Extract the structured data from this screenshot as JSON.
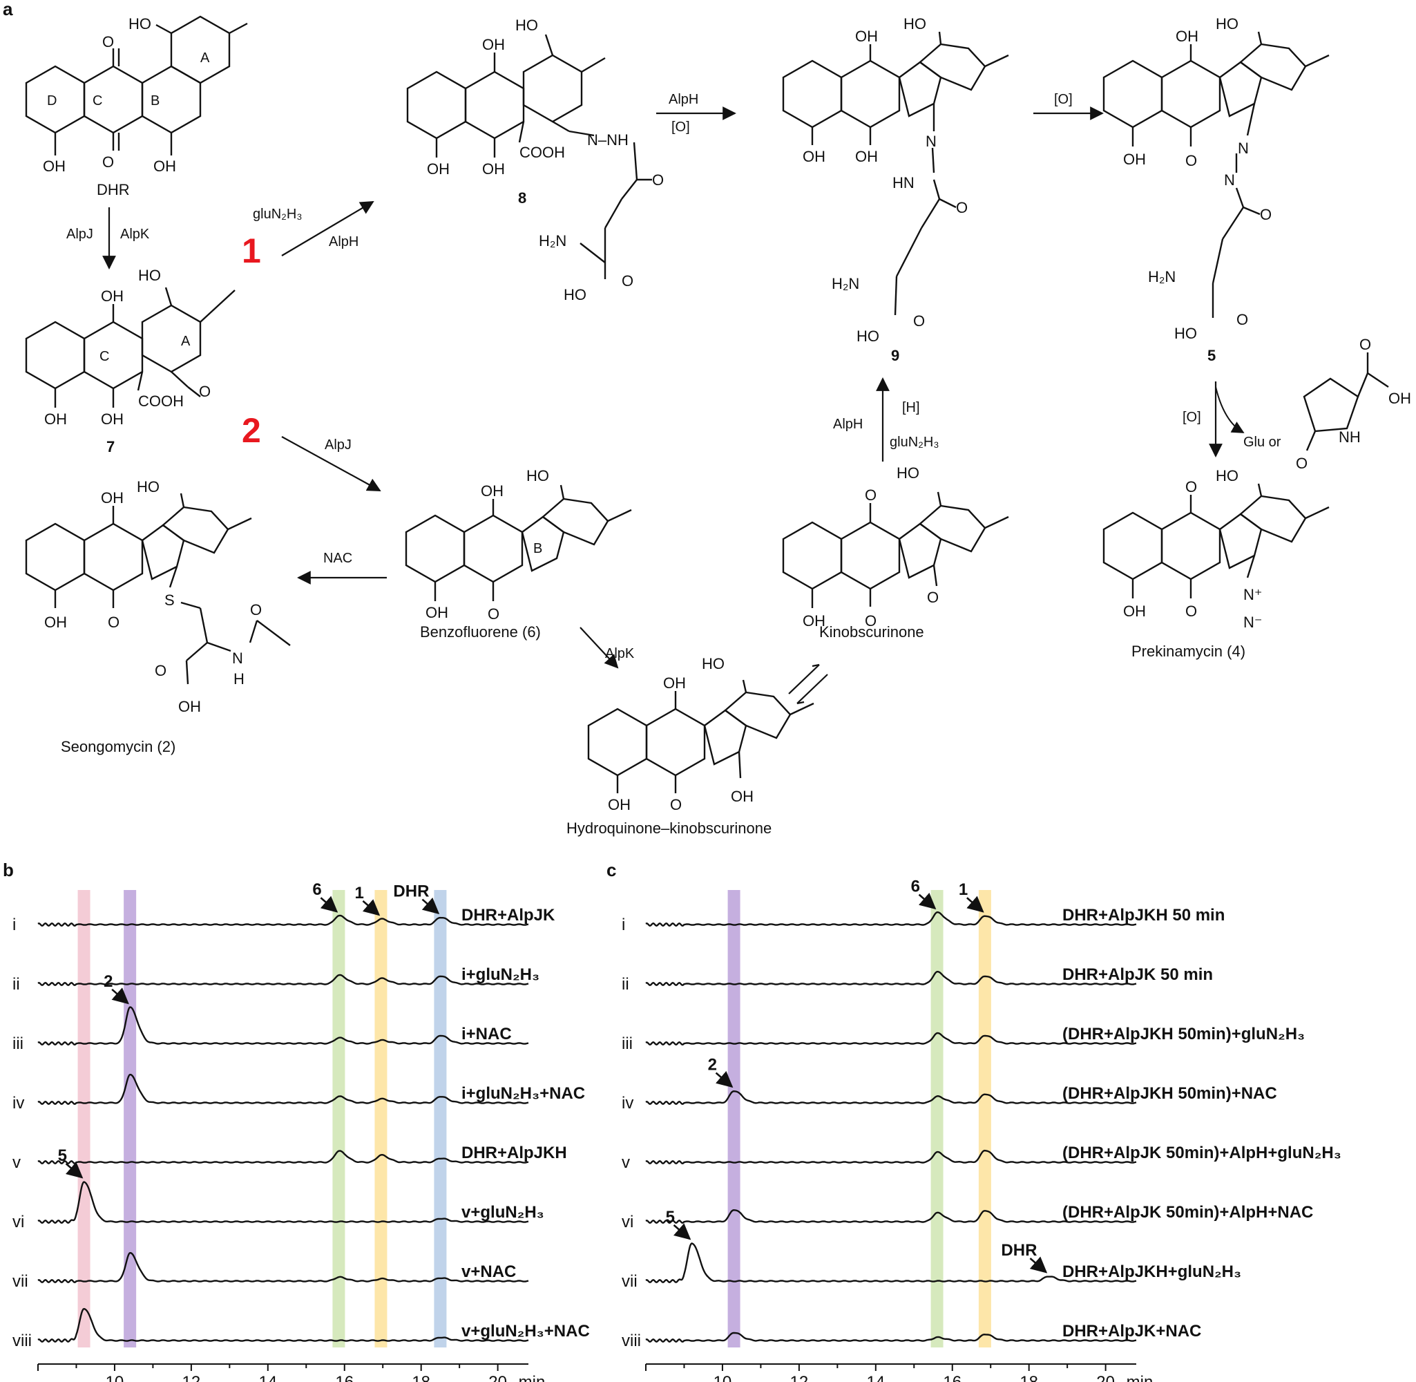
{
  "panel_a": {
    "panel_label": "a",
    "path_markers": [
      "1",
      "2"
    ],
    "marker_color": "#e8181f",
    "compounds": [
      {
        "id": "dhr",
        "label": "DHR"
      },
      {
        "id": "c7",
        "label": "7"
      },
      {
        "id": "c8",
        "label": "8"
      },
      {
        "id": "c9",
        "label": "9"
      },
      {
        "id": "c5",
        "label": "5"
      },
      {
        "id": "c6",
        "label": "Benzofluorene (6)"
      },
      {
        "id": "c2",
        "label": "Seongomycin (2)"
      },
      {
        "id": "kin",
        "label": "Kinobscurinone"
      },
      {
        "id": "hq",
        "label": "Hydroquinone–kinobscurinone"
      },
      {
        "id": "c4",
        "label": "Prekinamycin (4)"
      }
    ],
    "ring_letters": {
      "dhr": [
        "A",
        "B",
        "C",
        "D"
      ],
      "c7": [
        "A",
        "C"
      ],
      "c6": [
        "B"
      ]
    },
    "arrows": [
      {
        "id": "dhr-to-7",
        "labels": [
          "AlpJ",
          "AlpK"
        ]
      },
      {
        "id": "7-to-8",
        "labels": [
          "gluN₂H₃",
          "AlpH"
        ]
      },
      {
        "id": "8-to-9",
        "labels": [
          "AlpH",
          "[O]"
        ]
      },
      {
        "id": "9-to-5",
        "labels": [
          "[O]"
        ]
      },
      {
        "id": "5-to-4",
        "labels": [
          "[O]",
          "Glu or"
        ]
      },
      {
        "id": "7-to-6",
        "labels": [
          "AlpJ"
        ]
      },
      {
        "id": "6-to-2",
        "labels": [
          "NAC"
        ]
      },
      {
        "id": "6-to-hq",
        "labels": [
          "AlpK"
        ]
      },
      {
        "id": "kin-to-9",
        "labels": [
          "AlpH",
          "[H]",
          "gluN₂H₃"
        ]
      }
    ]
  },
  "chart_data": [
    {
      "panel": "b",
      "type": "line",
      "xlabel": "min",
      "xlim": [
        8,
        20.8
      ],
      "xticks": [
        10,
        12,
        14,
        16,
        18,
        20
      ],
      "highlight_bands": [
        {
          "x": 9.2,
          "color": "#f2c3cf"
        },
        {
          "x": 10.4,
          "color": "#bba1d9"
        },
        {
          "x": 15.85,
          "color": "#cfe5b2"
        },
        {
          "x": 16.95,
          "color": "#fde29a"
        },
        {
          "x": 18.5,
          "color": "#b5cbe6"
        }
      ],
      "annotations": [
        {
          "text": "6",
          "x": 15.85,
          "trace": "i"
        },
        {
          "text": "1",
          "x": 16.95,
          "trace": "i"
        },
        {
          "text": "DHR",
          "x": 18.5,
          "trace": "i"
        },
        {
          "text": "2",
          "x": 10.4,
          "trace": "iii"
        },
        {
          "text": "5",
          "x": 9.2,
          "trace": "vi"
        }
      ],
      "series": [
        {
          "id": "i",
          "condition": "DHR+AlpJK",
          "peaks": [
            {
              "x": 15.85,
              "h": 0.22
            },
            {
              "x": 16.95,
              "h": 0.14
            },
            {
              "x": 18.5,
              "h": 0.18
            }
          ]
        },
        {
          "id": "ii",
          "condition": "i+gluN₂H₃",
          "peaks": [
            {
              "x": 15.85,
              "h": 0.22
            },
            {
              "x": 16.95,
              "h": 0.14
            },
            {
              "x": 18.5,
              "h": 0.2
            }
          ]
        },
        {
          "id": "iii",
          "condition": "i+NAC",
          "peaks": [
            {
              "x": 10.4,
              "h": 0.9
            },
            {
              "x": 15.85,
              "h": 0.14
            },
            {
              "x": 16.95,
              "h": 0.08
            },
            {
              "x": 18.5,
              "h": 0.2
            }
          ]
        },
        {
          "id": "iv",
          "condition": "i+gluN₂H₃+NAC",
          "peaks": [
            {
              "x": 10.4,
              "h": 0.7
            },
            {
              "x": 15.85,
              "h": 0.16
            },
            {
              "x": 16.95,
              "h": 0.1
            },
            {
              "x": 18.5,
              "h": 0.16
            }
          ]
        },
        {
          "id": "v",
          "condition": "DHR+AlpJKH",
          "peaks": [
            {
              "x": 15.85,
              "h": 0.28
            },
            {
              "x": 16.95,
              "h": 0.18
            },
            {
              "x": 18.5,
              "h": 0.1
            }
          ]
        },
        {
          "id": "vi",
          "condition": "v+gluN₂H₃",
          "peaks": [
            {
              "x": 9.2,
              "h": 1.0
            },
            {
              "x": 18.5,
              "h": 0.08
            }
          ]
        },
        {
          "id": "vii",
          "condition": "v+NAC",
          "peaks": [
            {
              "x": 10.4,
              "h": 0.7
            },
            {
              "x": 15.85,
              "h": 0.1
            },
            {
              "x": 16.95,
              "h": 0.06
            },
            {
              "x": 18.5,
              "h": 0.08
            }
          ]
        },
        {
          "id": "viii",
          "condition": "v+gluN₂H₃+NAC",
          "peaks": [
            {
              "x": 9.2,
              "h": 0.8
            },
            {
              "x": 18.5,
              "h": 0.08
            }
          ]
        }
      ]
    },
    {
      "panel": "c",
      "type": "line",
      "xlabel": "min",
      "xlim": [
        8,
        20.8
      ],
      "xticks": [
        10,
        12,
        14,
        16,
        18,
        20
      ],
      "highlight_bands": [
        {
          "x": 10.3,
          "color": "#bba1d9"
        },
        {
          "x": 15.6,
          "color": "#cfe5b2"
        },
        {
          "x": 16.85,
          "color": "#fde29a"
        }
      ],
      "annotations": [
        {
          "text": "6",
          "x": 15.6,
          "trace": "i"
        },
        {
          "text": "1",
          "x": 16.85,
          "trace": "i"
        },
        {
          "text": "2",
          "x": 10.3,
          "trace": "iv"
        },
        {
          "text": "5",
          "x": 9.2,
          "trace": "vii"
        },
        {
          "text": "DHR",
          "x": 18.5,
          "trace": "vii"
        }
      ],
      "series": [
        {
          "id": "i",
          "condition": "DHR+AlpJKH 50 min",
          "peaks": [
            {
              "x": 15.6,
              "h": 0.3
            },
            {
              "x": 16.85,
              "h": 0.22
            }
          ]
        },
        {
          "id": "ii",
          "condition": "DHR+AlpJK 50 min",
          "peaks": [
            {
              "x": 15.6,
              "h": 0.3
            },
            {
              "x": 16.85,
              "h": 0.2
            }
          ]
        },
        {
          "id": "iii",
          "condition": "(DHR+AlpJKH 50min)+gluN₂H₃",
          "peaks": [
            {
              "x": 15.6,
              "h": 0.25
            },
            {
              "x": 16.85,
              "h": 0.2
            }
          ]
        },
        {
          "id": "iv",
          "condition": "(DHR+AlpJKH 50min)+NAC",
          "peaks": [
            {
              "x": 10.3,
              "h": 0.3
            },
            {
              "x": 15.6,
              "h": 0.16
            },
            {
              "x": 16.85,
              "h": 0.22
            }
          ]
        },
        {
          "id": "v",
          "condition": "(DHR+AlpJK 50min)+AlpH+gluN₂H₃",
          "peaks": [
            {
              "x": 15.6,
              "h": 0.25
            },
            {
              "x": 16.85,
              "h": 0.3
            }
          ]
        },
        {
          "id": "vi",
          "condition": "(DHR+AlpJK 50min)+AlpH+NAC",
          "peaks": [
            {
              "x": 10.3,
              "h": 0.3
            },
            {
              "x": 15.6,
              "h": 0.22
            },
            {
              "x": 16.85,
              "h": 0.28
            }
          ]
        },
        {
          "id": "vii",
          "condition": "DHR+AlpJKH+gluN₂H₃",
          "peaks": [
            {
              "x": 9.2,
              "h": 0.95
            },
            {
              "x": 18.5,
              "h": 0.12
            }
          ]
        },
        {
          "id": "viii",
          "condition": "DHR+AlpJK+NAC",
          "peaks": [
            {
              "x": 10.3,
              "h": 0.2
            },
            {
              "x": 15.6,
              "h": 0.08
            },
            {
              "x": 16.85,
              "h": 0.16
            }
          ]
        }
      ]
    }
  ]
}
